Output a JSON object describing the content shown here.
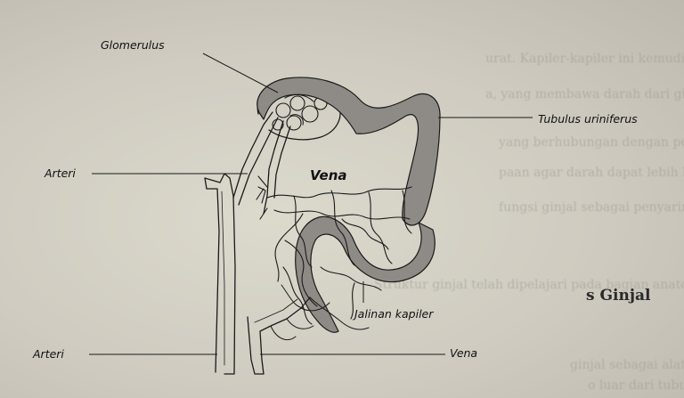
{
  "labels": {
    "glomerulus": "Glomerulus",
    "tubulus": "Tubulus uriniferus",
    "arteri_top": "Arteri",
    "vena_mid": "Vena",
    "jalinan": "Jalinan kapiler",
    "arteri_bottom": "Arteri",
    "vena_bottom": "Vena"
  },
  "heading_fragment": "s Ginjal",
  "background_text": [
    "urat. Kapiler-kapiler ini kemudian bergabung membentuk arteri",
    "a, yang membawa darah dari ginjal ke vena kava inferior. Di",
    "yang berhubungan dengan pembuluh kelompok kapiler",
    "paan agar darah dapat lebih lama berada di dalam ginjal untuk",
    "fungsi ginjal sebagai penyaring darah.",
    "Struktur ginjal telah dipelajari pada bagian anatomi",
    "ginjal sebagai alat pengeluaran mengandung zat sisa metabolisme",
    "o luar dari tubuh. Sel-sel tubulus juga berperan"
  ],
  "colors": {
    "tubule_fill": "#8e8b86",
    "ink": "#1a1a1a",
    "paper": "#d6d3c8",
    "frame": "#1a2b2e"
  }
}
